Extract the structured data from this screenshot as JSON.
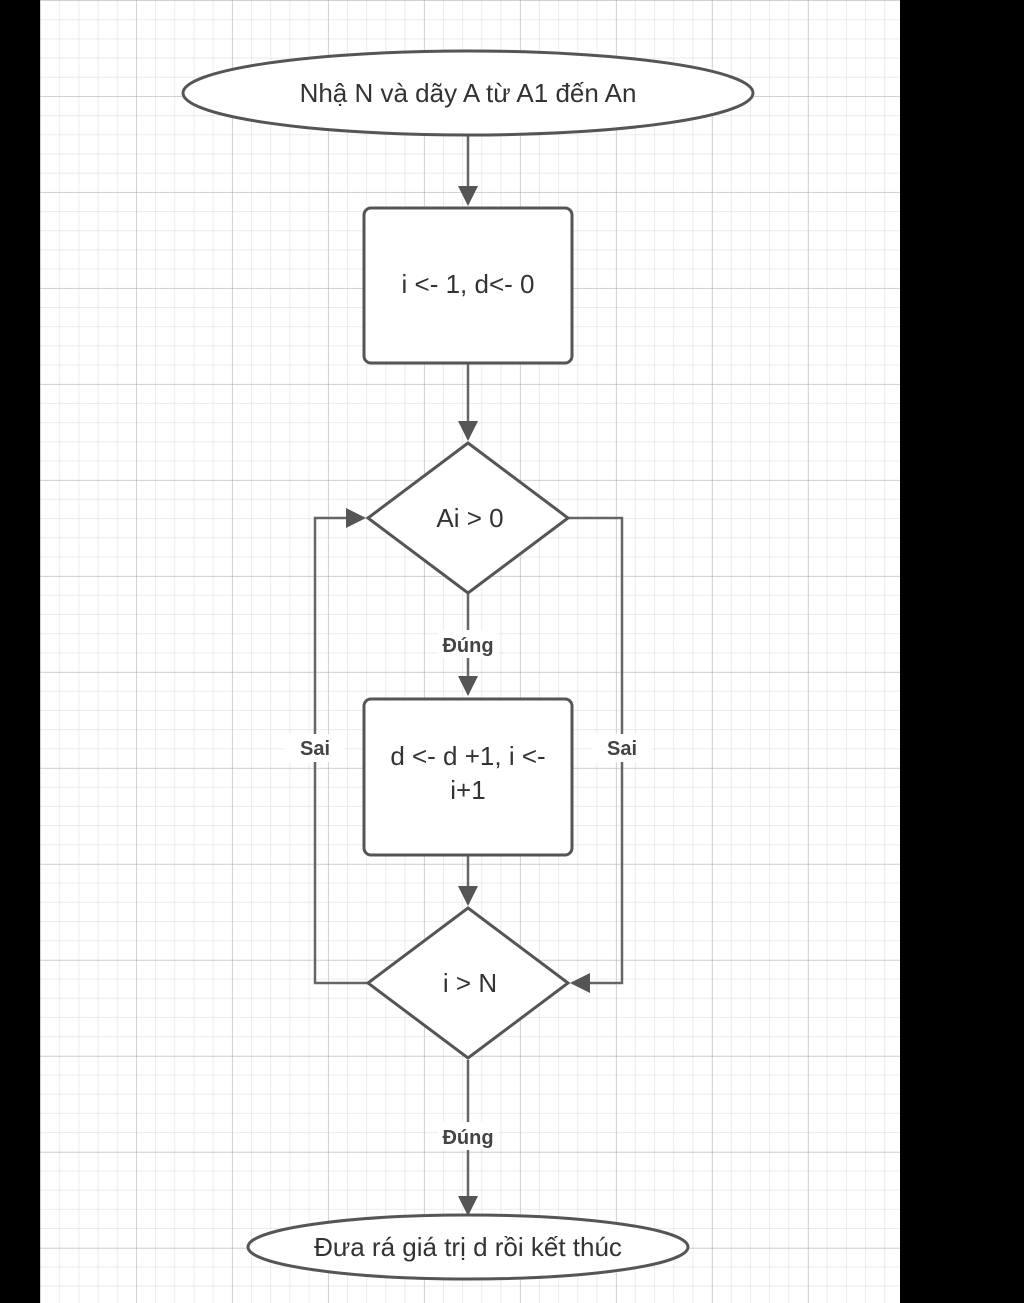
{
  "diagram": {
    "nodes": {
      "start": {
        "label": "Nhậ N và dãy A từ A1 đến An"
      },
      "init": {
        "label": "i <- 1, d<- 0"
      },
      "cond_ai": {
        "label": "Ai > 0"
      },
      "update": {
        "line1": "d <- d +1, i <-",
        "line2": "i+1"
      },
      "cond_in": {
        "label": "i > N"
      },
      "end": {
        "label": "Đưa rá giá trị d rồi kết thúc"
      }
    },
    "edges": {
      "ai_true": {
        "label": "Đúng"
      },
      "ai_false": {
        "label": "Sai"
      },
      "in_false": {
        "label": "Sai"
      },
      "in_true": {
        "label": "Đúng"
      }
    }
  },
  "colors": {
    "canvas": "#ffffff",
    "frame": "#000000",
    "stroke": "#555555",
    "text": "#333333"
  }
}
